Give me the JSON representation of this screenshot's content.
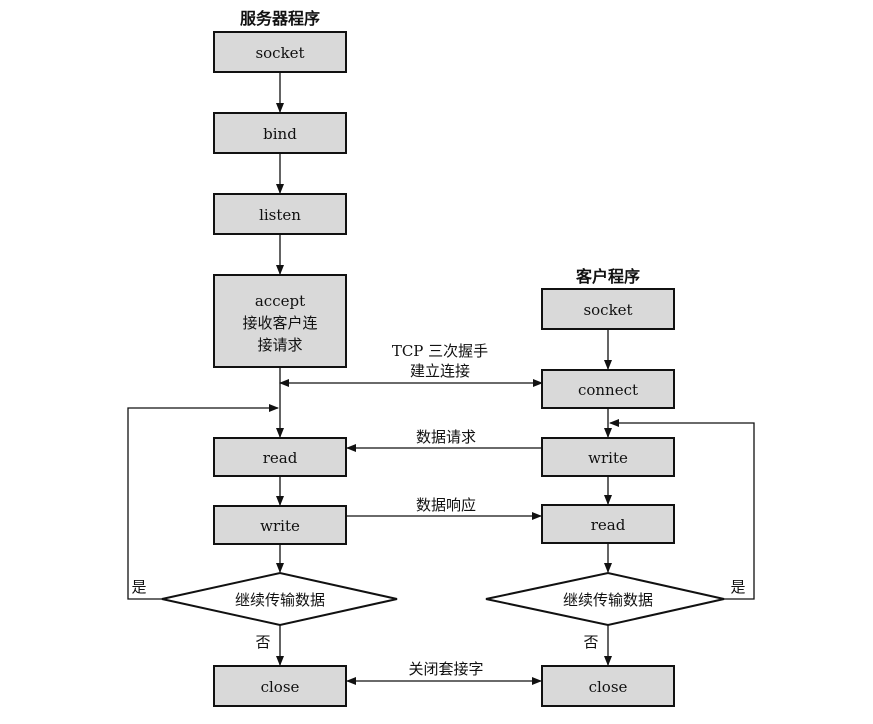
{
  "server": {
    "title": "服务器程序",
    "socket": "socket",
    "bind": "bind",
    "listen": "listen",
    "accept_line1": "accept",
    "accept_line2": "接收客户连",
    "accept_line3": "接请求",
    "read": "read",
    "write": "write",
    "decision": "继续传输数据",
    "yes": "是",
    "no": "否",
    "close": "close"
  },
  "client": {
    "title": "客户程序",
    "socket": "socket",
    "connect": "connect",
    "write": "write",
    "read": "read",
    "decision": "继续传输数据",
    "yes": "是",
    "no": "否",
    "close": "close"
  },
  "links": {
    "handshake_line1": "TCP 三次握手",
    "handshake_line2": "建立连接",
    "request": "数据请求",
    "response": "数据响应",
    "close_socket": "关闭套接字"
  }
}
